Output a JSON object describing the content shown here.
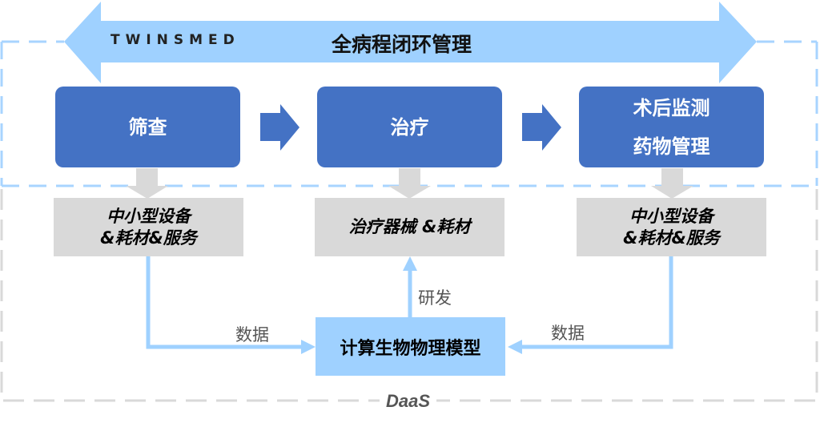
{
  "banner": {
    "logo": "TWINSMED",
    "title": "全病程闭环管理"
  },
  "stages": [
    {
      "lines": [
        "筛查"
      ]
    },
    {
      "lines": [
        "治疗"
      ]
    },
    {
      "lines": [
        "术后监测",
        "药物管理"
      ]
    }
  ],
  "products": [
    {
      "lines": [
        "中小型设备",
        "&耗材&服务"
      ]
    },
    {
      "lines": [
        "治疗器械 &耗材"
      ]
    },
    {
      "lines": [
        "中小型设备",
        "&耗材&服务"
      ]
    }
  ],
  "model": {
    "label": "计算生物物理模型"
  },
  "flows": {
    "left_data": "数据",
    "right_data": "数据",
    "rnd": "研发"
  },
  "daas_label": "DaaS",
  "colors": {
    "stage_blue": "#4472c4",
    "light_blue": "#9fd1ff",
    "gray": "#d9d9d9"
  }
}
